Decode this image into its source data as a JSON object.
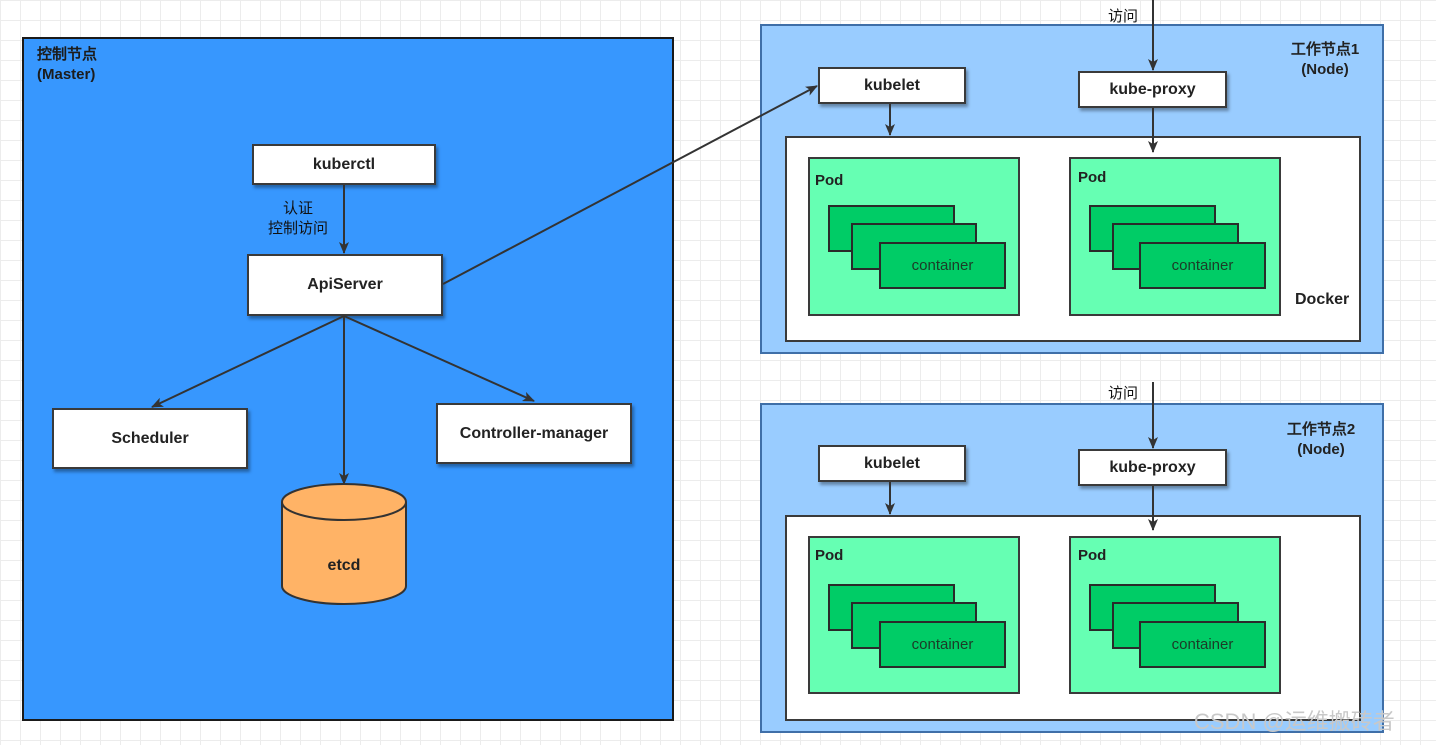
{
  "master": {
    "title_line1": "控制节点",
    "title_line2": "(Master)"
  },
  "kuberctl": "kuberctl",
  "auth_line1": "认证",
  "auth_line2": "控制访问",
  "apiserver": "ApiServer",
  "scheduler": "Scheduler",
  "controller_manager": "Controller-manager",
  "etcd": "etcd",
  "nodes": [
    {
      "title_line1": "工作节点1",
      "title_line2": "(Node)",
      "access": "访问",
      "kubelet": "kubelet",
      "kube_proxy": "kube-proxy",
      "docker": "Docker",
      "pods": [
        {
          "label": "Pod",
          "container": "container"
        },
        {
          "label": "Pod",
          "container": "container"
        }
      ]
    },
    {
      "title_line1": "工作节点2",
      "title_line2": "(Node)",
      "access": "访问",
      "kubelet": "kubelet",
      "kube_proxy": "kube-proxy",
      "pods": [
        {
          "label": "Pod",
          "container": "container"
        },
        {
          "label": "Pod",
          "container": "container"
        }
      ]
    }
  ],
  "watermark": "CSDN @运维搬砖者",
  "colors": {
    "master_bg": "#3797fe",
    "node_bg": "#99ccff",
    "pod_bg": "#66ffb3",
    "container_bg": "#00cc66",
    "etcd_fill": "#ffb366",
    "line": "#333333"
  }
}
